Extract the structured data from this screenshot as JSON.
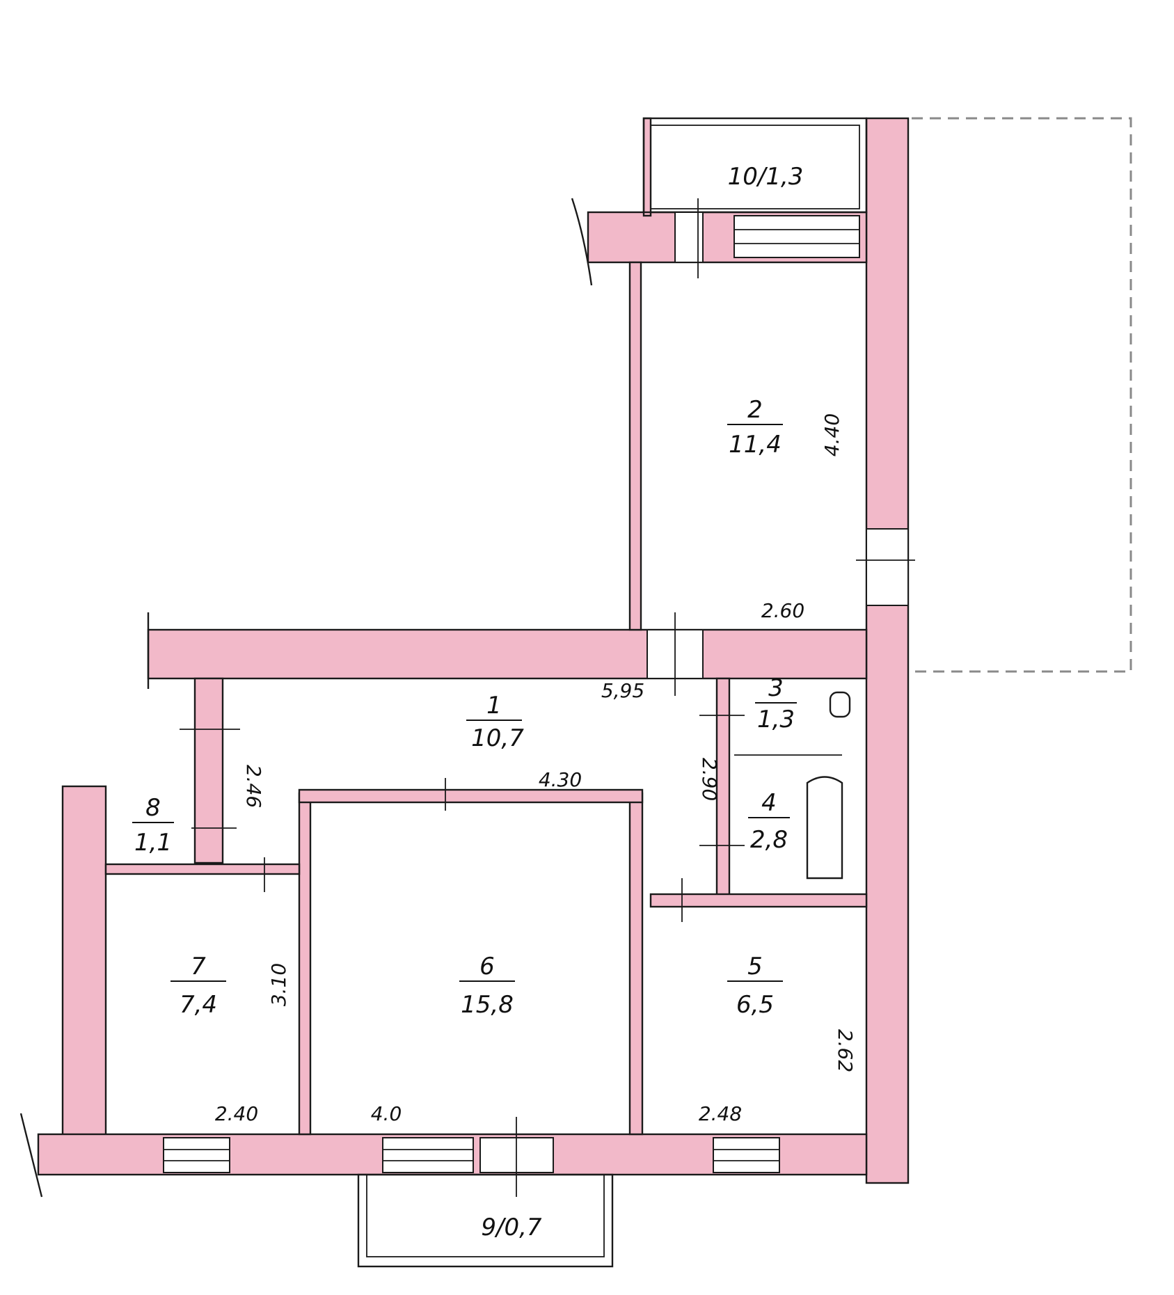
{
  "rooms": [
    {
      "id": "1",
      "number": "1",
      "area": "10,7"
    },
    {
      "id": "2",
      "number": "2",
      "area": "11,4"
    },
    {
      "id": "3",
      "number": "3",
      "area": "1,3"
    },
    {
      "id": "4",
      "number": "4",
      "area": "2,8"
    },
    {
      "id": "5",
      "number": "5",
      "area": "6,5"
    },
    {
      "id": "6",
      "number": "6",
      "area": "15,8"
    },
    {
      "id": "7",
      "number": "7",
      "area": "7,4"
    },
    {
      "id": "8",
      "number": "8",
      "area": "1,1"
    }
  ],
  "balconies": [
    {
      "id": "9",
      "label": "9/0,7"
    },
    {
      "id": "10",
      "label": "10/1,3"
    }
  ],
  "dimensions": [
    {
      "id": "d440",
      "text": "4.40"
    },
    {
      "id": "d260",
      "text": "2.60"
    },
    {
      "id": "d595",
      "text": "5,95"
    },
    {
      "id": "d246",
      "text": "2.46"
    },
    {
      "id": "d430",
      "text": "4.30"
    },
    {
      "id": "d290",
      "text": "2.90"
    },
    {
      "id": "d310",
      "text": "3.10"
    },
    {
      "id": "d262",
      "text": "2.62"
    },
    {
      "id": "d240",
      "text": "2.40"
    },
    {
      "id": "d40",
      "text": "4.0"
    },
    {
      "id": "d248",
      "text": "2.48"
    }
  ],
  "colors": {
    "wall": "#f2b9c9",
    "ink": "#1a1a1a",
    "extension_outline": "#8a8a8a"
  }
}
